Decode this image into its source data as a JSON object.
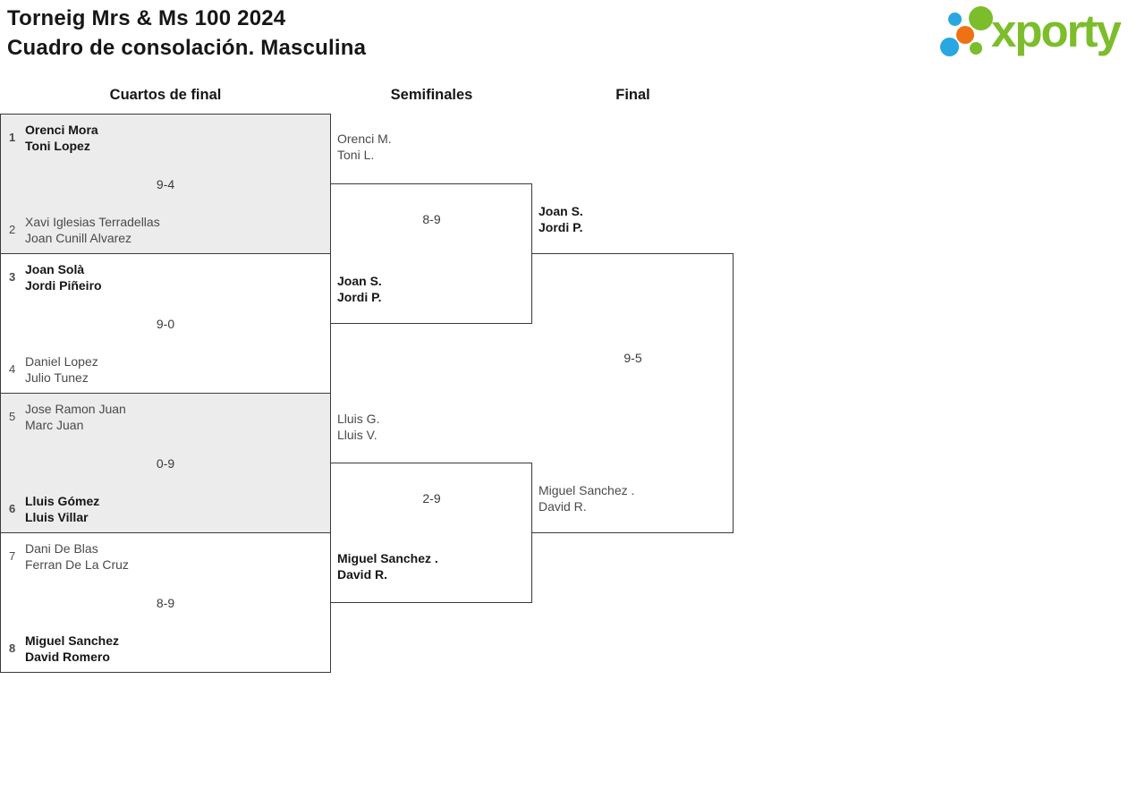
{
  "header": {
    "title_line1": "Torneig Mrs & Ms 100 2024",
    "title_line2": "Cuadro de consolación. Masculina",
    "logo_text": "xporty"
  },
  "round_headers": {
    "quarterfinals": "Cuartos de final",
    "semifinals": "Semifinales",
    "final": "Final"
  },
  "colors": {
    "brand_green": "#7cbd2b",
    "brand_blue": "#2aa7e0",
    "brand_orange": "#ee7214",
    "box_gray": "#ececec",
    "line": "#3a3a3a"
  },
  "quarterfinals": [
    {
      "seed_top": "1",
      "top_line1": "Orenci Mora",
      "top_line2": "Toni Lopez",
      "score": "9-4",
      "seed_bottom": "2",
      "bottom_line1": "Xavi Iglesias Terradellas",
      "bottom_line2": "Joan Cunill Alvarez",
      "winner": "top"
    },
    {
      "seed_top": "3",
      "top_line1": "Joan Solà",
      "top_line2": "Jordi Piñeiro",
      "score": "9-0",
      "seed_bottom": "4",
      "bottom_line1": "Daniel Lopez",
      "bottom_line2": "Julio Tunez",
      "winner": "top"
    },
    {
      "seed_top": "5",
      "top_line1": "Jose Ramon Juan",
      "top_line2": "Marc Juan",
      "score": "0-9",
      "seed_bottom": "6",
      "bottom_line1": "Lluis Gómez",
      "bottom_line2": "Lluis Villar",
      "winner": "bottom"
    },
    {
      "seed_top": "7",
      "top_line1": "Dani De Blas",
      "top_line2": "Ferran De La Cruz",
      "score": "8-9",
      "seed_bottom": "8",
      "bottom_line1": "Miguel Sanchez",
      "bottom_line2": "David Romero",
      "winner": "bottom"
    }
  ],
  "semifinals": [
    {
      "top_line1": "Orenci M.",
      "top_line2": "Toni L.",
      "score": "8-9",
      "bottom_line1": "Joan S.",
      "bottom_line2": "Jordi P.",
      "winner": "bottom"
    },
    {
      "top_line1": "Lluis G.",
      "top_line2": "Lluis V.",
      "score": "2-9",
      "bottom_line1": "Miguel Sanchez .",
      "bottom_line2": "David R.",
      "winner": "bottom"
    }
  ],
  "final": {
    "top_line1": "Joan S.",
    "top_line2": "Jordi P.",
    "score": "9-5",
    "bottom_line1": "Miguel Sanchez .",
    "bottom_line2": "David R.",
    "winner": "top"
  }
}
